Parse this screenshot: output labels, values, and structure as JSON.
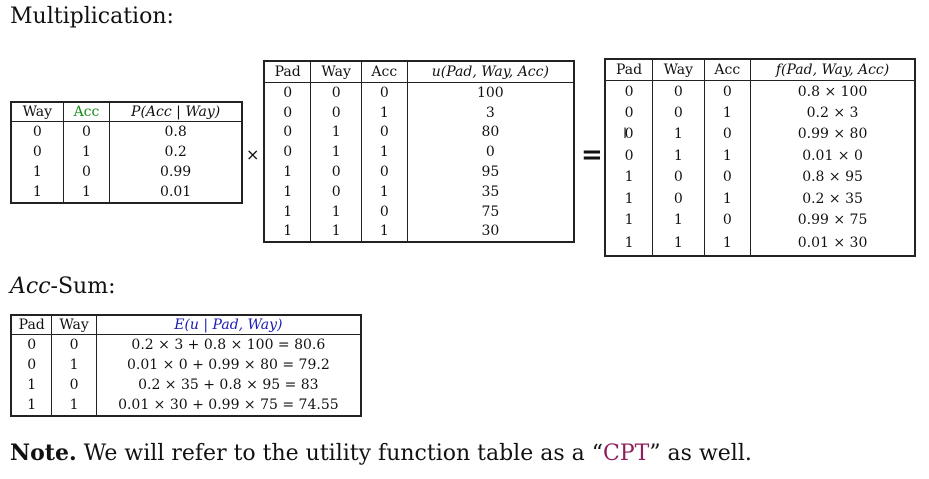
{
  "headings": {
    "multiplication": "Multiplication:",
    "acc_sum_italic": "Acc",
    "acc_sum_rest": "-Sum:"
  },
  "operators": {
    "times": "×",
    "equals": "="
  },
  "prob_table": {
    "headers": [
      "Way",
      "Acc",
      "P(Acc | Way)"
    ],
    "rows": [
      [
        "0",
        "0",
        "0.8"
      ],
      [
        "0",
        "1",
        "0.2"
      ],
      [
        "1",
        "0",
        "0.99"
      ],
      [
        "1",
        "1",
        "0.01"
      ]
    ]
  },
  "utility_table": {
    "headers": [
      "Pad",
      "Way",
      "Acc",
      "u(Pad, Way, Acc)"
    ],
    "rows": [
      [
        "0",
        "0",
        "0",
        "100"
      ],
      [
        "0",
        "0",
        "1",
        "3"
      ],
      [
        "0",
        "1",
        "0",
        "80"
      ],
      [
        "0",
        "1",
        "1",
        "0"
      ],
      [
        "1",
        "0",
        "0",
        "95"
      ],
      [
        "1",
        "0",
        "1",
        "35"
      ],
      [
        "1",
        "1",
        "0",
        "75"
      ],
      [
        "1",
        "1",
        "1",
        "30"
      ]
    ]
  },
  "factor_table": {
    "headers": [
      "Pad",
      "Way",
      "Acc",
      "f(Pad, Way, Acc)"
    ],
    "rows": [
      [
        "0",
        "0",
        "0",
        "0.8 × 100"
      ],
      [
        "0",
        "0",
        "1",
        "0.2 × 3"
      ],
      [
        "0",
        "1",
        "0",
        "0.99 × 80"
      ],
      [
        "0",
        "1",
        "1",
        "0.01 × 0"
      ],
      [
        "1",
        "0",
        "0",
        "0.8 × 95"
      ],
      [
        "1",
        "0",
        "1",
        "0.2 × 35"
      ],
      [
        "1",
        "1",
        "0",
        "0.99 × 75"
      ],
      [
        "1",
        "1",
        "1",
        "0.01 × 30"
      ]
    ]
  },
  "expectation_table": {
    "headers": [
      "Pad",
      "Way",
      "E(u | Pad, Way)"
    ],
    "rows": [
      [
        "0",
        "0",
        "0.2 × 3 + 0.8 × 100 = 80.6"
      ],
      [
        "0",
        "1",
        "0.01 × 0 + 0.99 × 80 = 79.2"
      ],
      [
        "1",
        "0",
        "0.2 × 35 + 0.8 × 95 = 83"
      ],
      [
        "1",
        "1",
        "0.01 × 30 + 0.99 × 75 = 74.55"
      ]
    ]
  },
  "note": {
    "bold": "Note.",
    "before": " We will refer to the utility function table as a “",
    "highlight": "CPT",
    "after": "” as well."
  },
  "colors": {
    "acc_header": "#1a8c1a",
    "expectation_header": "#1a1ab5",
    "cpt": "#8e1f5a"
  }
}
